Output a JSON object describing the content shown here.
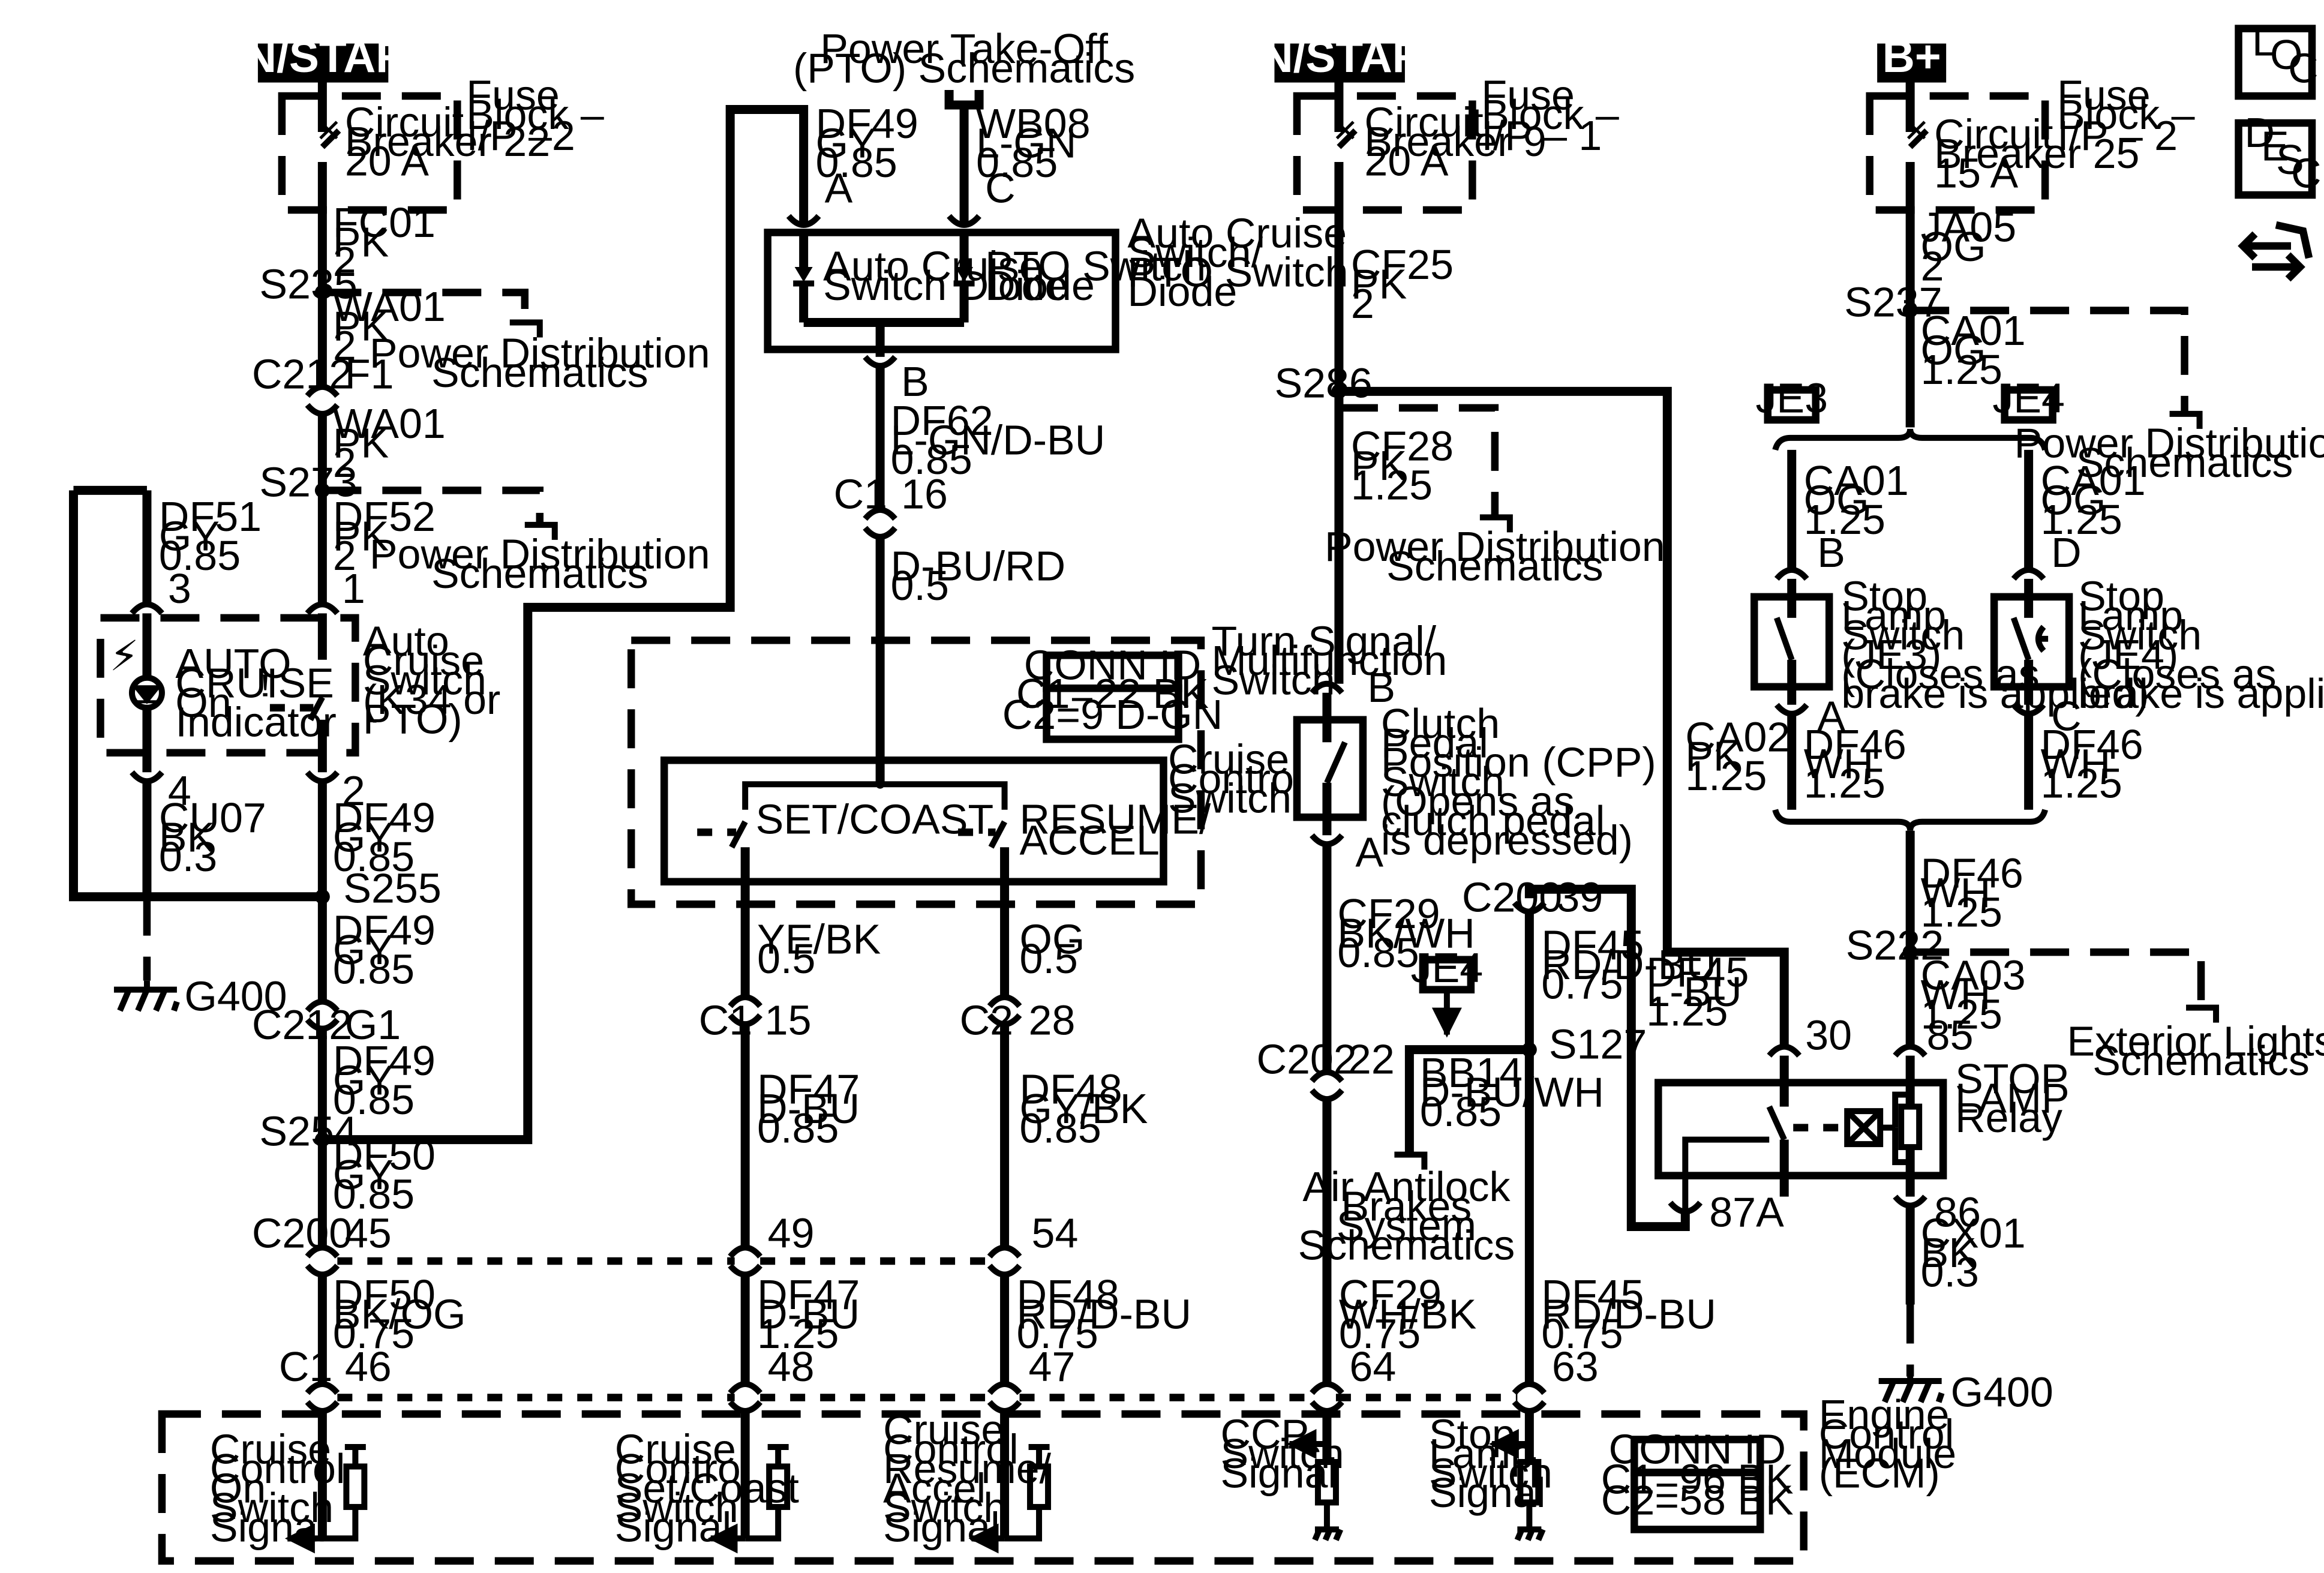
{
  "power_sources": {
    "on_start_left": "ON/START",
    "on_start_right": "ON/START",
    "bplus": "B+"
  },
  "nav_icons": {
    "loc": [
      "L",
      "O",
      "C"
    ],
    "desc": [
      "D",
      "E",
      "S",
      "C"
    ],
    "icon_name": "connector-view-icon"
  },
  "fuses": {
    "cb22": {
      "block": [
        "Fuse",
        "Block –",
        "I/P –2"
      ],
      "name": [
        "Circuit",
        "Breaker 22",
        "20 A"
      ]
    },
    "cb9": {
      "block": [
        "Fuse",
        "Block –",
        "I/P – 1"
      ],
      "name": [
        "Circuit",
        "Breaker 9",
        "20 A"
      ]
    },
    "cb25": {
      "block": [
        "Fuse",
        "Block –",
        "I/P – 2"
      ],
      "name": [
        "Circuit",
        "Breaker 25",
        "15 A"
      ]
    }
  },
  "wires": {
    "fc01": [
      "FC01",
      "PK",
      "2"
    ],
    "wa01a": [
      "WA01",
      "PK",
      "2"
    ],
    "wa01b": [
      "WA01",
      "PK",
      "2"
    ],
    "df52": [
      "DF52",
      "PK",
      "2"
    ],
    "df51": [
      "DF51",
      "GY",
      "0.85"
    ],
    "cu07": [
      "CU07",
      "BK",
      "0.3"
    ],
    "df49a": [
      "DF49",
      "GY",
      "0.85"
    ],
    "df49b": [
      "DF49",
      "GY",
      "0.85"
    ],
    "df49c": [
      "DF49",
      "GY",
      "0.85"
    ],
    "df49top": [
      "DF49",
      "GY",
      "0.85"
    ],
    "df50a": [
      "DF50",
      "GY",
      "0.85"
    ],
    "df50b": [
      "DF50",
      "BK/OG",
      "0.75"
    ],
    "wb08": [
      "WB08",
      "L-GN",
      "0.85"
    ],
    "df62": [
      "DF62",
      "L-GN/D-BU",
      "0.85"
    ],
    "dbu_rd": [
      "D-BU/RD",
      "0.5"
    ],
    "ye_bk": [
      "YE/BK",
      "0.5"
    ],
    "og": [
      "OG",
      "0.5"
    ],
    "df47a": [
      "DF47",
      "D-BU",
      "0.85"
    ],
    "df47b": [
      "DF47",
      "D-BU",
      "1.25"
    ],
    "df48a": [
      "DF48",
      "GY/BK",
      "0.85"
    ],
    "df48b": [
      "DF48",
      "RD/D-BU",
      "0.75"
    ],
    "cf25": [
      "CF25",
      "PK",
      "2"
    ],
    "cf28": [
      "CF28",
      "PK",
      "1.25"
    ],
    "cf29a": [
      "CF29",
      "BK/WH",
      "0.85"
    ],
    "cf29b": [
      "CF29",
      "WH/BK",
      "0.75"
    ],
    "df45a": [
      "DF45",
      "RD/D-BU",
      "0.75"
    ],
    "df45b": [
      "DF45",
      "L-BU",
      "1.25"
    ],
    "df45c": [
      "DF45",
      "RD/D-BU",
      "0.75"
    ],
    "bb14": [
      "BB14",
      "D-BU/WH",
      "0.85"
    ],
    "ja05": [
      "JA05",
      "OG",
      "2"
    ],
    "ca01a": [
      "CA01",
      "OG",
      "1.25"
    ],
    "ca01b": [
      "CA01",
      "OG",
      "1.25"
    ],
    "ca01c": [
      "CA01",
      "OG",
      "1.25"
    ],
    "ca02": [
      "CA02",
      "PK",
      "1.25"
    ],
    "df46a": [
      "DF46",
      "WH",
      "1.25"
    ],
    "df46b": [
      "DF46",
      "WH",
      "1.25"
    ],
    "df46c": [
      "DF46",
      "WH",
      "1.25"
    ],
    "ca03": [
      "CA03",
      "WH",
      "1.25"
    ],
    "cx01": [
      "CX01",
      "BK",
      "0.3"
    ]
  },
  "splices": {
    "s235": "S235",
    "s273": "S273",
    "s255": "S255",
    "s254": "S254",
    "s286": "S286",
    "s127": "S127",
    "s237": "S237",
    "s222": "S222"
  },
  "connectors": {
    "c212a": "C212",
    "f1": "F1",
    "c212b": "C212",
    "g1": "G1",
    "c200a": "C200",
    "p45": "45",
    "p49": "49",
    "p54": "54",
    "c1a": "C1",
    "p46": "46",
    "p48": "48",
    "p47": "47",
    "p3": "3",
    "p4": "4",
    "p1": "1",
    "p2": "2",
    "pA": "A",
    "pC": "C",
    "pB": "B",
    "c1b": "C1",
    "p16": "16",
    "c1c": "C1",
    "p15": "15",
    "c2a": "C2",
    "p28": "28",
    "pB2": "B",
    "pA2": "A",
    "c202": "C202",
    "p22": "22",
    "p64": "64",
    "c200b": "C200",
    "p39": "39",
    "p63": "63",
    "pB3": "B",
    "pA3": "A",
    "pD": "D",
    "pC2": "C",
    "p30": "30",
    "p85": "85",
    "p86": "86",
    "p87a": "87A"
  },
  "grounds": {
    "g400a": "G400",
    "g400b": "G400"
  },
  "components": {
    "auto_cruise_indicator": [
      "AUTO",
      "CRUISE",
      "On",
      "Indicator"
    ],
    "auto_cruise_switch": [
      "Auto",
      "Cruise",
      "Switch",
      "(K34 or",
      "PTO)"
    ],
    "pto_diode_block": [
      "Auto Cruise",
      "Switch/",
      "PTO Switch",
      "Diode"
    ],
    "auto_cruise_diode": [
      "Auto Cruise",
      "Switch Diode"
    ],
    "pto_diode": [
      "PTO Switch",
      "Diode"
    ],
    "pto_ref": [
      "Power Take-Off",
      "(PTO) Schematics"
    ],
    "turn_signal": [
      "Turn Signal/",
      "Multifunction",
      "Switch"
    ],
    "cruise_control_switch": [
      "Cruise",
      "Control",
      "Switch"
    ],
    "set_coast": "SET/COAST",
    "resume_accel": [
      "RESUME/",
      "ACCEL"
    ],
    "conn_id_1": {
      "title": "CONN ID",
      "lines": [
        "C1=22 BK",
        "C2=9 D-GN"
      ]
    },
    "cpp_switch": [
      "Clutch",
      "Pedal",
      "Position (CPP)",
      "Switch",
      "(Opens as",
      "clutch pedal",
      "is depressed)"
    ],
    "je4_tag": "JE4",
    "je3_tag": "JE3",
    "je4_tag2": "JE4",
    "abs_ref": [
      "Air Antilock",
      "Brakes",
      "System",
      "Schematics"
    ],
    "stop_lamp_je3": [
      "Stop",
      "Lamp",
      "Switch",
      "(JE3)",
      "(Closes as",
      "brake is applied)"
    ],
    "stop_lamp_je4": [
      "Stop",
      "Lamp",
      "Switch",
      "(JE4)",
      "(Closes as",
      "brake is applied)"
    ],
    "stop_relay": [
      "STOP",
      "LAMP",
      "Relay"
    ],
    "ecm": [
      "Engine",
      "Control",
      "Module",
      "(ECM)"
    ],
    "conn_id_2": {
      "title": "CONN ID",
      "lines": [
        "C1=96 BK",
        "C2=58 BK"
      ]
    },
    "sig_cruise_on": [
      "Cruise",
      "Control",
      "On",
      "Switch",
      "Signal"
    ],
    "sig_set_coast": [
      "Cruise",
      "Control",
      "Set/Coast",
      "Switch",
      "Signal"
    ],
    "sig_resume": [
      "Cruise",
      "Control",
      "Resume/",
      "Accel",
      "Switch",
      "Signal"
    ],
    "sig_ccp": [
      "CCP",
      "Switch",
      "Signal"
    ],
    "sig_stop": [
      "Stop",
      "Lamp",
      "Switch",
      "Signal"
    ]
  },
  "refs": {
    "pd1": [
      "Power Distribution",
      "Schematics"
    ],
    "pd2": [
      "Power Distribution",
      "Schematics"
    ],
    "pd3": [
      "Power Distribution",
      "Schematics"
    ],
    "pd4": [
      "Power Distribution",
      "Schematics"
    ],
    "ext": [
      "Exterior Lights",
      "Schematics"
    ]
  }
}
